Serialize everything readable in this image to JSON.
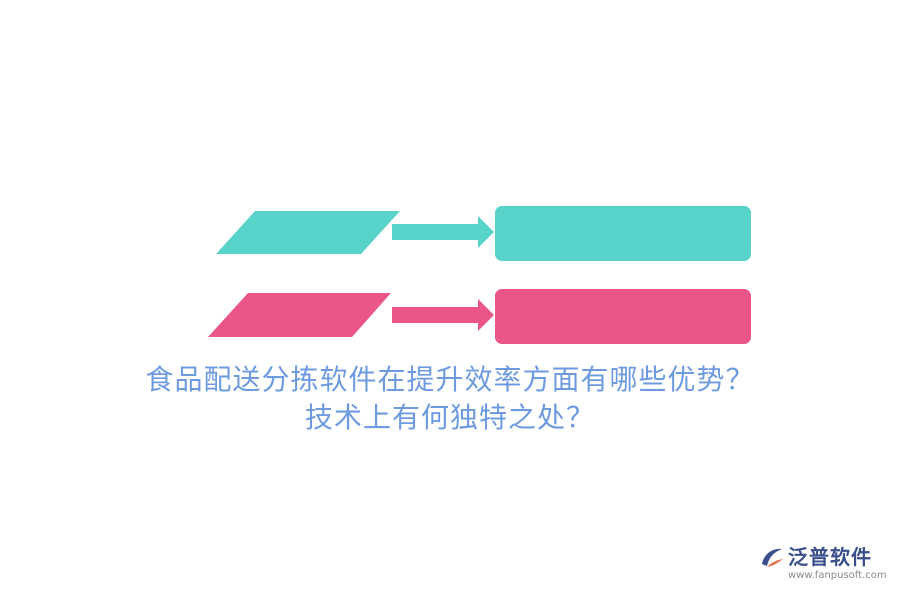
{
  "diagram": {
    "rows": [
      {
        "color": "#57d3c9"
      },
      {
        "color": "#ec5687"
      }
    ]
  },
  "headline": {
    "line1": "食品配送分拣软件在提升效率方面有哪些优势？",
    "line2": "技术上有何独特之处？"
  },
  "logo": {
    "name": "泛普软件",
    "url": "www.fanpusoft.com",
    "color": "#3a4f8c",
    "accent": "#e8744a"
  }
}
